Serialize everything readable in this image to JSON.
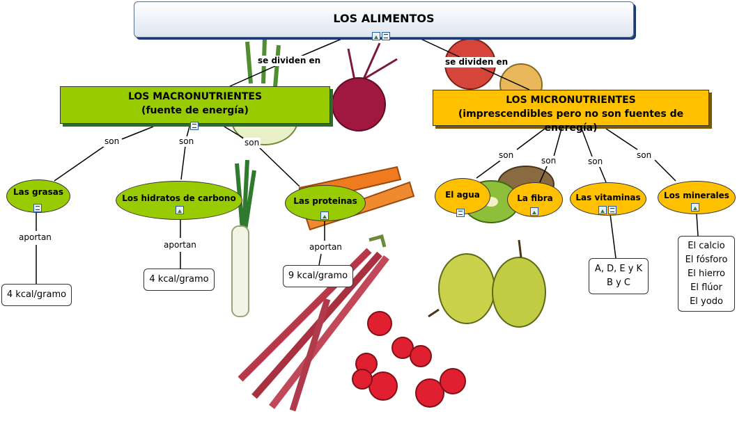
{
  "root": {
    "title": "LOS ALIMENTOS"
  },
  "links": {
    "left_divide": "se dividen en",
    "right_divide": "se dividen en",
    "son": "son",
    "aportan": "aportan"
  },
  "macro": {
    "line1": "LOS MACRONUTRIENTES",
    "line2": "(fuente de energía)",
    "children": [
      {
        "label": "Las grasas",
        "value": "4 kcal/gramo"
      },
      {
        "label": "Los hidratos de carbono",
        "value": "4 kcal/gramo"
      },
      {
        "label": "Las proteinas",
        "value": "9 kcal/gramo"
      }
    ]
  },
  "micro": {
    "line1": "LOS MICRONUTRIENTES",
    "line2": "(imprescendibles pero no son fuentes de eneregía)",
    "children": [
      {
        "label": "El agua"
      },
      {
        "label": "La fibra"
      },
      {
        "label": "Las vitaminas",
        "value_lines": [
          "A, D, E y K",
          "B y C"
        ]
      },
      {
        "label": "Los minerales",
        "value_lines": [
          "El calcio",
          "El fósforo",
          "El hierro",
          "El flúor",
          "El yodo"
        ]
      }
    ]
  },
  "colors": {
    "macro": "#99cc00",
    "micro": "#ffc000",
    "root_shadow": "#1c3a78"
  },
  "icons": [
    "image-icon",
    "document-icon"
  ]
}
